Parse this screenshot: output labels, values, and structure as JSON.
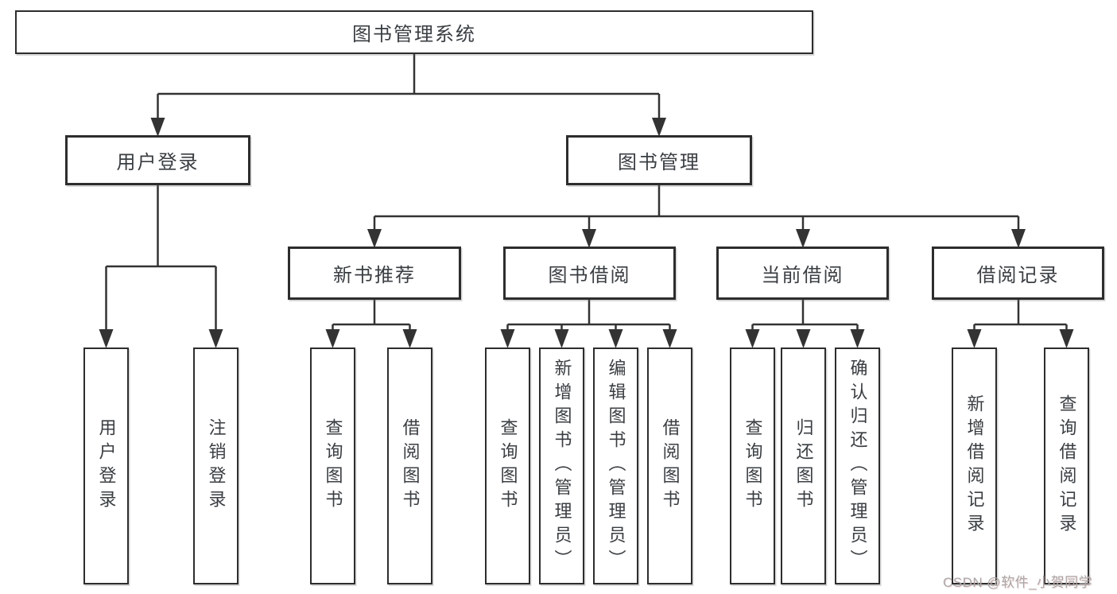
{
  "tree": {
    "label": "图书管理系统",
    "children": [
      {
        "label": "用户登录",
        "children": [
          {
            "label": "用户登录"
          },
          {
            "label": "注销登录"
          }
        ]
      },
      {
        "label": "图书管理",
        "children": [
          {
            "label": "新书推荐",
            "children": [
              {
                "label": "查询图书"
              },
              {
                "label": "借阅图书"
              }
            ]
          },
          {
            "label": "图书借阅",
            "children": [
              {
                "label": "查询图书"
              },
              {
                "label": "新增图书（管理员）"
              },
              {
                "label": "编辑图书（管理员）"
              },
              {
                "label": "借阅图书"
              }
            ]
          },
          {
            "label": "当前借阅",
            "children": [
              {
                "label": "查询图书"
              },
              {
                "label": "归还图书"
              },
              {
                "label": "确认归还（管理员）"
              }
            ]
          },
          {
            "label": "借阅记录",
            "children": [
              {
                "label": "新增借阅记录"
              },
              {
                "label": "查询借阅记录"
              }
            ]
          }
        ]
      }
    ]
  },
  "watermark": {
    "text": "CSDN @软件_小贺同学"
  },
  "colors": {
    "line": "#333333",
    "border": "#2d2d2d",
    "text": "#3a3e42",
    "watermark": "#a9a9a9",
    "background": "#ffffff"
  }
}
